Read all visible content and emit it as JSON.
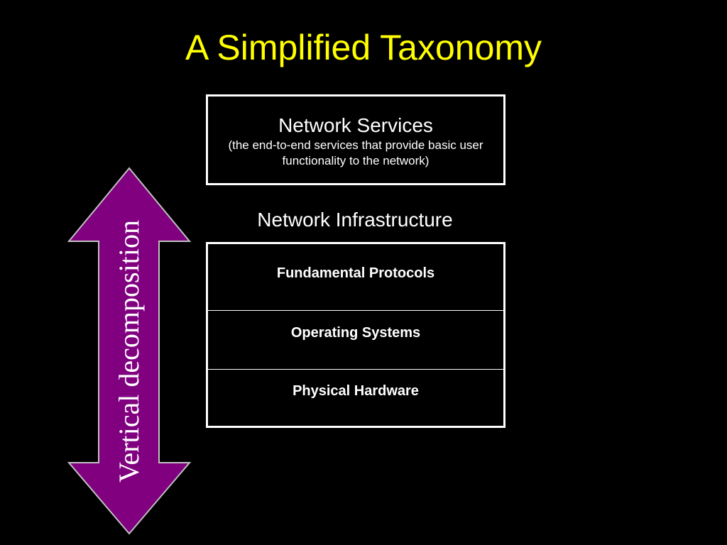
{
  "slide": {
    "title": "A Simplified Taxonomy"
  },
  "services_box": {
    "title": "Network Services",
    "description": "(the end-to-end services that provide basic user functionality to the network)"
  },
  "infrastructure": {
    "label": "Network Infrastructure",
    "layers": [
      {
        "label": "Fundamental Protocols"
      },
      {
        "label": "Operating Systems"
      },
      {
        "label": "Physical Hardware"
      }
    ]
  },
  "arrow": {
    "label": "Vertical decomposition",
    "direction": "bidirectional-vertical"
  },
  "colors": {
    "background": "#000000",
    "title": "#ffff00",
    "text": "#ffffff",
    "arrow_fill": "#800080",
    "arrow_outline": "#c0c0c0",
    "box_border": "#ffffff"
  }
}
